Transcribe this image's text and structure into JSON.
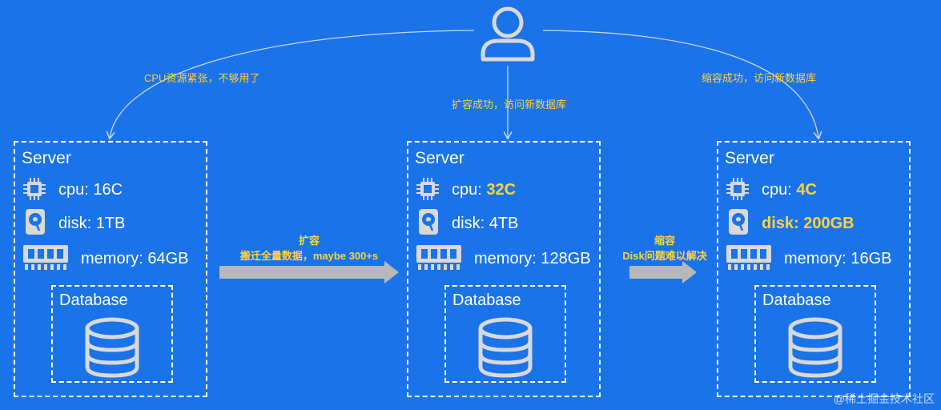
{
  "user": {
    "icon": "user-icon"
  },
  "edges": {
    "left": "CPU资源紧张，不够用了",
    "center": "扩容成功，访问新数据库",
    "right": "缩容成功，访问新数据库"
  },
  "transitions": [
    {
      "title": "扩容",
      "subtitle": "搬迁全量数据，maybe 300+s"
    },
    {
      "title": "缩容",
      "subtitle": "Disk问题难以解决"
    }
  ],
  "servers": [
    {
      "title": "Server",
      "cpu_label": "cpu: ",
      "cpu_value": "16C",
      "disk_label": "disk: ",
      "disk_value": "1TB",
      "memory_label": "memory: ",
      "memory_value": "64GB",
      "database": "Database"
    },
    {
      "title": "Server",
      "cpu_label": "cpu: ",
      "cpu_value": "32C",
      "disk_label": "disk: ",
      "disk_value": "4TB",
      "memory_label": "memory: ",
      "memory_value": "128GB",
      "database": "Database"
    },
    {
      "title": "Server",
      "cpu_label": "cpu: ",
      "cpu_value": "4C",
      "disk_text": "disk: 200GB",
      "memory_label": "memory: ",
      "memory_value": "16GB",
      "database": "Database"
    }
  ],
  "highlight_color": "#ffd43b",
  "background_color": "#1a73e8",
  "watermark": "@稀土掘金技术社区"
}
